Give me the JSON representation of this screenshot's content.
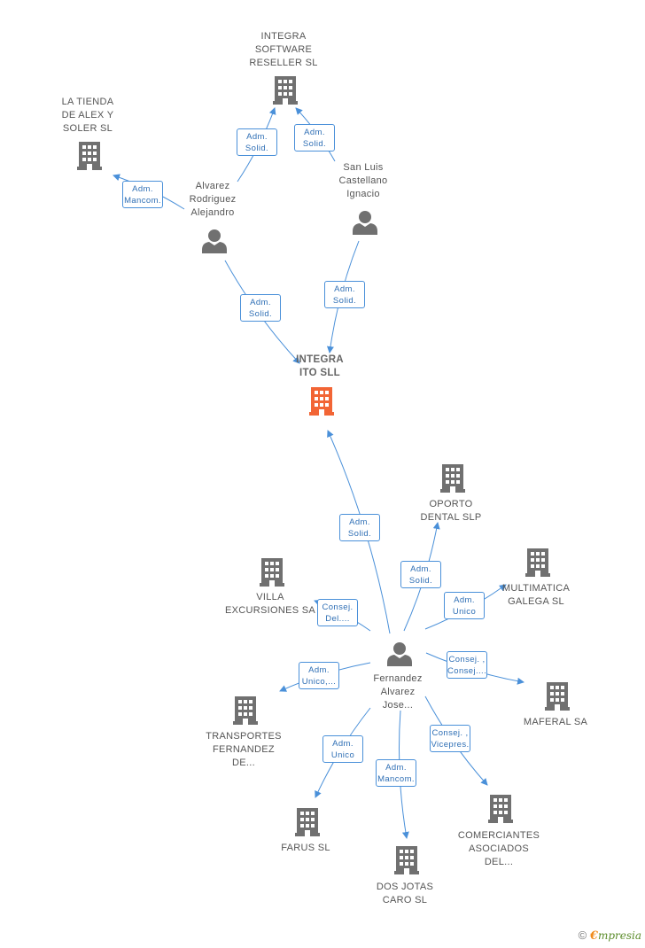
{
  "colors": {
    "edge": "#4a90d9",
    "company": "#707070",
    "center": "#f26535",
    "person": "#707070"
  },
  "nodes": [
    {
      "id": "integra-ito",
      "type": "center",
      "label": "INTEGRA\nITO SLL"
    },
    {
      "id": "integra-software",
      "type": "company",
      "label": "INTEGRA\nSOFTWARE\nRESELLER  SL"
    },
    {
      "id": "la-tienda",
      "type": "company",
      "label": "LA TIENDA\nDE ALEX Y\nSOLER SL"
    },
    {
      "id": "alvarez-rodriguez",
      "type": "person",
      "label": "Alvarez\nRodriguez\nAlejandro"
    },
    {
      "id": "san-luis",
      "type": "person",
      "label": "San Luis\nCastellano\nIgnacio"
    },
    {
      "id": "fernandez-alvarez",
      "type": "person",
      "label": "Fernandez\nAlvarez\nJose..."
    },
    {
      "id": "oporto-dental",
      "type": "company",
      "label": "OPORTO\nDENTAL SLP"
    },
    {
      "id": "multimatica",
      "type": "company",
      "label": "MULTIMATICA\nGALEGA SL"
    },
    {
      "id": "villa-excursiones",
      "type": "company",
      "label": "VILLA\nEXCURSIONES SA"
    },
    {
      "id": "maferal",
      "type": "company",
      "label": "MAFERAL SA"
    },
    {
      "id": "transportes",
      "type": "company",
      "label": "TRANSPORTES\nFERNANDEZ\nDE..."
    },
    {
      "id": "farus",
      "type": "company",
      "label": "FARUS SL"
    },
    {
      "id": "dos-jotas",
      "type": "company",
      "label": "DOS JOTAS\nCARO  SL"
    },
    {
      "id": "comerciantes",
      "type": "company",
      "label": "COMERCIANTES\nASOCIADOS\nDEL..."
    }
  ],
  "edges": [
    {
      "from": "alvarez-rodriguez",
      "to": "integra-software",
      "label": "Adm.\nSolid."
    },
    {
      "from": "san-luis",
      "to": "integra-software",
      "label": "Adm.\nSolid."
    },
    {
      "from": "alvarez-rodriguez",
      "to": "la-tienda",
      "label": "Adm.\nMancom."
    },
    {
      "from": "alvarez-rodriguez",
      "to": "integra-ito",
      "label": "Adm.\nSolid."
    },
    {
      "from": "san-luis",
      "to": "integra-ito",
      "label": "Adm.\nSolid."
    },
    {
      "from": "fernandez-alvarez",
      "to": "integra-ito",
      "label": "Adm.\nSolid."
    },
    {
      "from": "fernandez-alvarez",
      "to": "oporto-dental",
      "label": "Adm.\nSolid."
    },
    {
      "from": "fernandez-alvarez",
      "to": "multimatica",
      "label": "Adm.\nUnico"
    },
    {
      "from": "fernandez-alvarez",
      "to": "villa-excursiones",
      "label": "Consej.\nDel...."
    },
    {
      "from": "fernandez-alvarez",
      "to": "maferal",
      "label": "Consej. ,\nConsej...."
    },
    {
      "from": "fernandez-alvarez",
      "to": "transportes",
      "label": "Adm.\nUnico,..."
    },
    {
      "from": "fernandez-alvarez",
      "to": "farus",
      "label": "Adm.\nUnico"
    },
    {
      "from": "fernandez-alvarez",
      "to": "dos-jotas",
      "label": "Adm.\nMancom."
    },
    {
      "from": "fernandez-alvarez",
      "to": "comerciantes",
      "label": "Consej. ,\nVicepres."
    }
  ],
  "footer": {
    "copyright": "©",
    "brand_initial": "€",
    "brand_rest": "mpresia"
  }
}
